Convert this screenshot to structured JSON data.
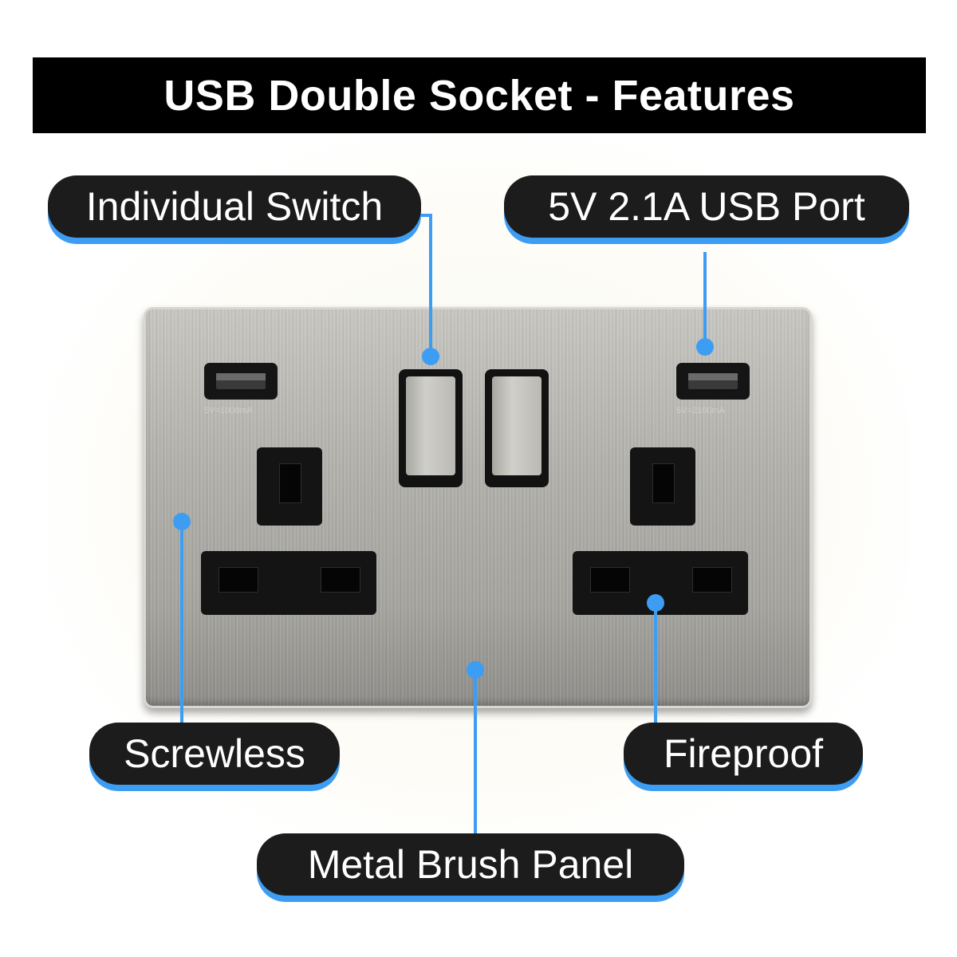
{
  "title": "USB Double Socket - Features",
  "socket": {
    "usb_left_rating": "5V=1000mA",
    "usb_right_rating": "5V=2100mA"
  },
  "callouts": {
    "individual_switch": "Individual Switch",
    "usb_port": "5V 2.1A USB Port",
    "screwless": "Screwless",
    "fireproof": "Fireproof",
    "metal_brush_panel": "Metal Brush Panel"
  },
  "colors": {
    "accent": "#3d9df2",
    "label_bg": "#1c1c1c",
    "title_bg": "#000000"
  }
}
